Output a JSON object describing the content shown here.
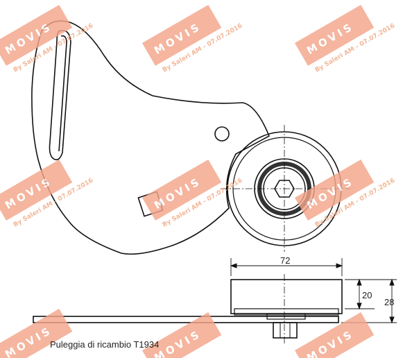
{
  "caption": "Puleggia di ricambio T1934",
  "dimensions": {
    "width_label": "72",
    "height_inner_label": "20",
    "height_total_label": "28"
  },
  "watermark": {
    "brand": "MOVIS",
    "by_line": "By Saleri AM - 07.07.2016",
    "color_box": "#f3a58a",
    "color_text": "#ffffff"
  }
}
